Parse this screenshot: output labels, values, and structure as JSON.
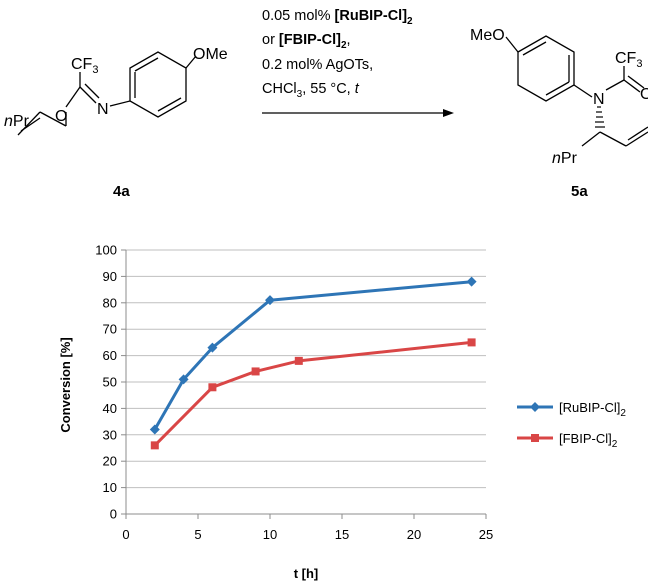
{
  "scheme": {
    "reactant": {
      "label": "4a",
      "substituent_top": "CF",
      "substituent_top_sub": "3",
      "substituent_methoxy": "OMe",
      "atom_o": "O",
      "atom_n": "N",
      "alkyl_prefix": "n",
      "alkyl_main": "Pr"
    },
    "product": {
      "label": "5a",
      "substituent_top": "CF",
      "substituent_top_sub": "3",
      "substituent_methoxy": "MeO",
      "atom_n": "N",
      "atom_o_partial": "O",
      "alkyl_prefix": "n",
      "alkyl_main": "Pr"
    },
    "conditions": {
      "line1_plain": "0.05 mol% ",
      "line1_bold": "[RuBIP-Cl]",
      "line1_bold_sub": "2",
      "line2_plain": "or ",
      "line2_bold": "[FBIP-Cl]",
      "line2_bold_sub": "2",
      "line2_tail": ",",
      "line3": "0.2 mol% AgOTs,",
      "line4_a": "CHCl",
      "line4_sub": "3",
      "line4_b": ", 55 °C, ",
      "line4_italic": "t"
    }
  },
  "chart_data": {
    "type": "line",
    "xlabel": "t [h]",
    "ylabel": "Conversion [%]",
    "xlim": [
      0,
      25
    ],
    "ylim": [
      0,
      100
    ],
    "xticks": [
      0,
      5,
      10,
      15,
      20,
      25
    ],
    "yticks": [
      0,
      10,
      20,
      30,
      40,
      50,
      60,
      70,
      80,
      90,
      100
    ],
    "grid": "horizontal",
    "legend_position": "right",
    "series": [
      {
        "name": "[RuBIP-Cl]",
        "name_sub": "2",
        "color": "#2E75B6",
        "marker": "diamond",
        "x": [
          2,
          4,
          6,
          10,
          24
        ],
        "y": [
          32,
          51,
          63,
          81,
          88
        ]
      },
      {
        "name": "[FBIP-Cl]",
        "name_sub": "2",
        "color": "#D94646",
        "marker": "square",
        "x": [
          2,
          6,
          9,
          12,
          24
        ],
        "y": [
          26,
          48,
          54,
          58,
          65
        ]
      }
    ]
  }
}
